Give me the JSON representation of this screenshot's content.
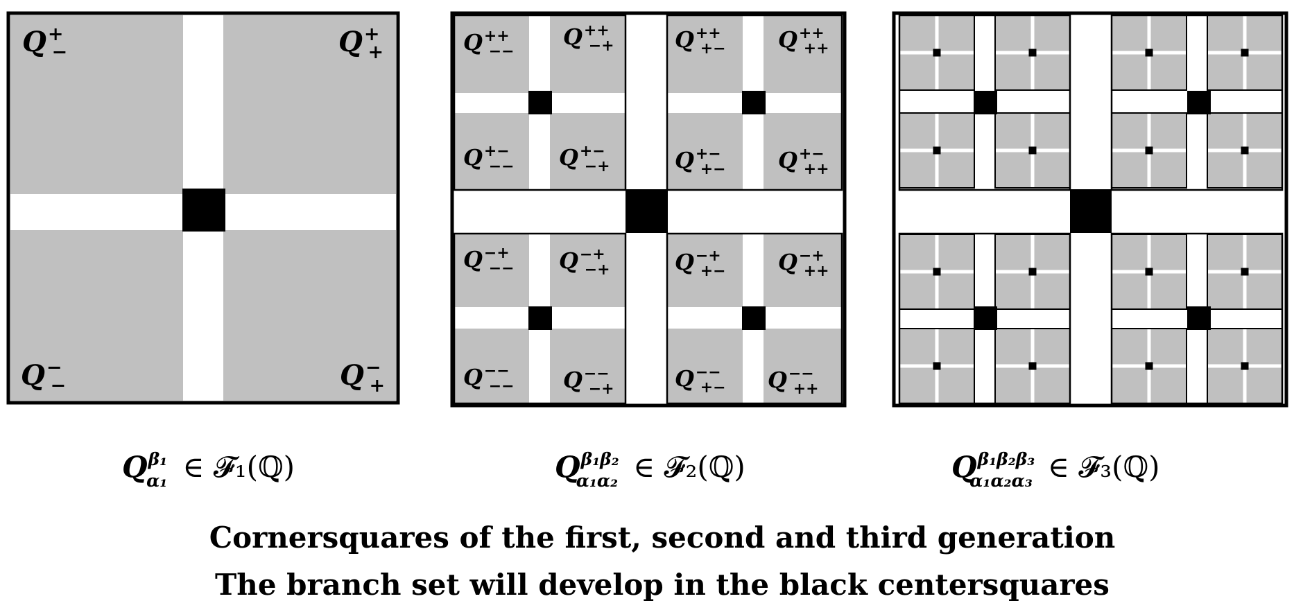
{
  "panels": [
    {
      "generation": 1,
      "corner_labels": [
        {
          "base": "Q",
          "sup": "+",
          "sub": "−"
        },
        {
          "base": "Q",
          "sup": "+",
          "sub": "+"
        },
        {
          "base": "Q",
          "sup": "−",
          "sub": "−"
        },
        {
          "base": "Q",
          "sup": "−",
          "sub": "+"
        }
      ],
      "formula": {
        "base": "Q",
        "sup": "β₁",
        "sub": "α₁",
        "rel": "∈ 𝓕₁(ℚ)"
      }
    },
    {
      "generation": 2,
      "corner_labels": [
        {
          "base": "Q",
          "sup": "++",
          "sub": "−−"
        },
        {
          "base": "Q",
          "sup": "++",
          "sub": "−+"
        },
        {
          "base": "Q",
          "sup": "++",
          "sub": "+−"
        },
        {
          "base": "Q",
          "sup": "++",
          "sub": "++"
        },
        {
          "base": "Q",
          "sup": "+−",
          "sub": "−−"
        },
        {
          "base": "Q",
          "sup": "+−",
          "sub": "−+"
        },
        {
          "base": "Q",
          "sup": "+−",
          "sub": "+−"
        },
        {
          "base": "Q",
          "sup": "+−",
          "sub": "++"
        },
        {
          "base": "Q",
          "sup": "−+",
          "sub": "−−"
        },
        {
          "base": "Q",
          "sup": "−+",
          "sub": "−+"
        },
        {
          "base": "Q",
          "sup": "−+",
          "sub": "+−"
        },
        {
          "base": "Q",
          "sup": "−+",
          "sub": "++"
        },
        {
          "base": "Q",
          "sup": "−−",
          "sub": "−−"
        },
        {
          "base": "Q",
          "sup": "−−",
          "sub": "−+"
        },
        {
          "base": "Q",
          "sup": "−−",
          "sub": "+−"
        },
        {
          "base": "Q",
          "sup": "−−",
          "sub": "++"
        }
      ],
      "formula": {
        "base": "Q",
        "sup": "β₁β₂",
        "sub": "α₁α₂",
        "rel": "∈ 𝓕₂(ℚ)"
      }
    },
    {
      "generation": 3,
      "corner_labels": [],
      "formula": {
        "base": "Q",
        "sup": "β₁β₂β₃",
        "sub": "α₁α₂α₃",
        "rel": "∈ 𝓕₃(ℚ)"
      }
    }
  ],
  "caption": {
    "line1": "Cornersquares of the first, second and third generation",
    "line2": "The branch set will develop in the black centersquares"
  },
  "colors": {
    "cornersquare": "#c0c0c0",
    "centersquare": "#000000",
    "gap": "#ffffff",
    "border": "#000000"
  }
}
